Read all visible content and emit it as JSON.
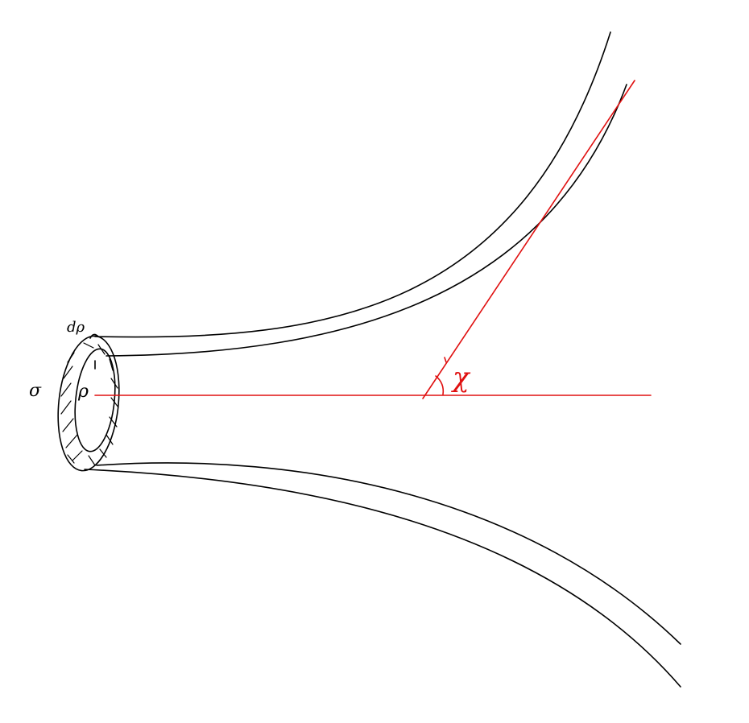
{
  "labels": {
    "d_rho": "dρ",
    "sigma": "σ",
    "rho": "ρ",
    "chi": "χ"
  },
  "colors": {
    "ink": "#000000",
    "axis": "#e01010",
    "background": "#ffffff"
  }
}
